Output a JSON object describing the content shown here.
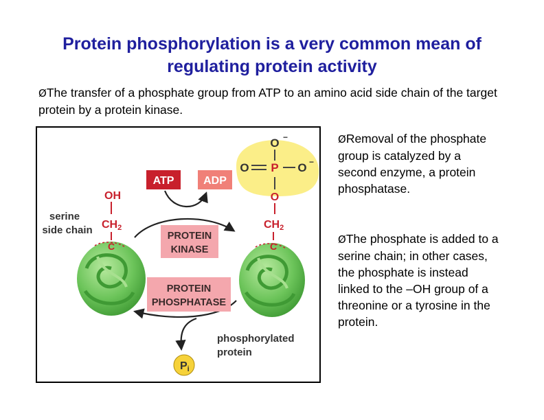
{
  "slide": {
    "title": "Protein phosphorylation is a very common mean of regulating protein activity",
    "bullet_marker": "Ø",
    "bullets": [
      "The transfer of a phosphate group from ATP to an amino acid side chain of the target protein by a protein kinase.",
      "Removal of the phosphate group is catalyzed by a second enzyme, a protein phosphatase.",
      "The phosphate is added to a serine chain; in other cases, the phosphate is instead linked to the –OH group of a threonine or a tyrosine in the protein."
    ]
  },
  "figure": {
    "atp": "ATP",
    "adp": "ADP",
    "kinase_line1": "PROTEIN",
    "kinase_line2": "KINASE",
    "phosphatase_line1": "PROTEIN",
    "phosphatase_line2": "PHOSPHATASE",
    "serine_line1": "serine",
    "serine_line2": "side chain",
    "phosphorylated_line1": "phosphorylated",
    "phosphorylated_line2": "protein",
    "left_oh": "OH",
    "ch2": "CH",
    "ch2_sub": "2",
    "c_atom": "C",
    "o_minus": "O",
    "minus_sign": "−",
    "o_equals": "O",
    "p_atom": "P",
    "o_bridge": "O",
    "pi": "P",
    "pi_sub": "i",
    "colors": {
      "atp_box": "#c8202c",
      "adp_box": "#f08078",
      "enzyme_box": "#f4a7ad",
      "phosphate_halo": "#fbee88",
      "protein_green": "#6cc45a",
      "atom_red": "#c8202c",
      "title_blue": "#1f1f9e"
    }
  }
}
